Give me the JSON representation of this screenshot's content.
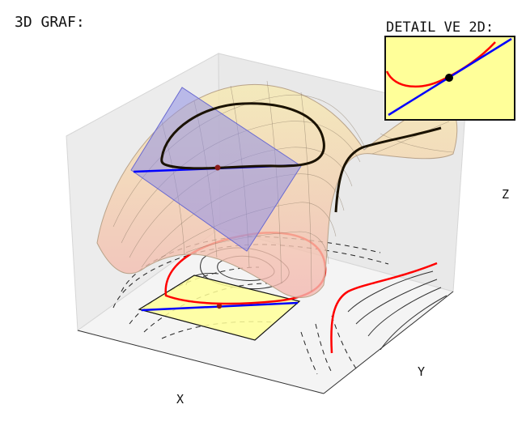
{
  "title": "3D GRAF:",
  "inset": {
    "title": "DETAIL VE 2D:",
    "background_color": "#ffff99",
    "curve_color": "#ff0000",
    "tangent_color": "#0000ff",
    "point_color": "#000000"
  },
  "axes": {
    "x_label": "X",
    "y_label": "Y",
    "z_label": "Z"
  },
  "colors": {
    "surface_top": "#f6eab0",
    "surface_bottom": "#f3b7b0",
    "tangent_plane": "#8f8fe6",
    "tangent_line": "#0000ff",
    "level_curve_3d": "#000000",
    "level_curve_projected": "#ff0000",
    "projected_plane": "#ffff99",
    "point": "#8b1a1a"
  }
}
